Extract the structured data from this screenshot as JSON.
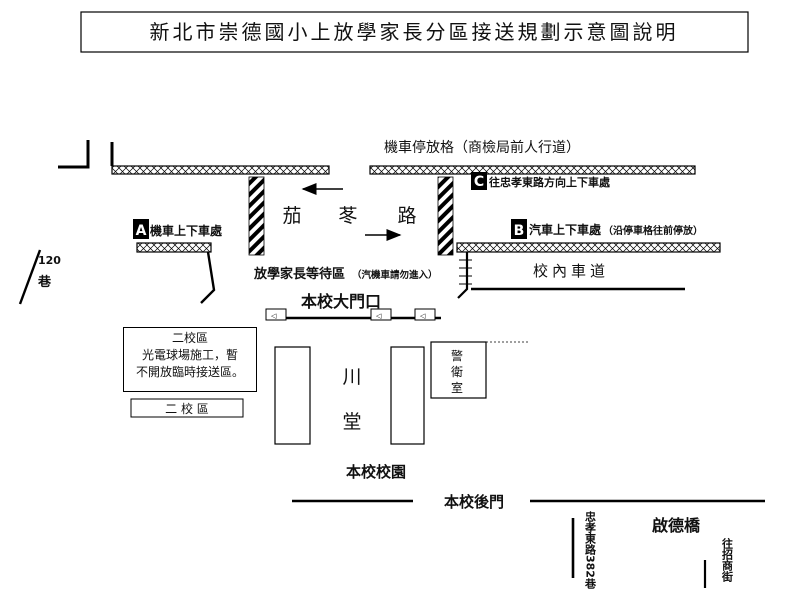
{
  "title": "新北市崇德國小上放學家長分區接送規劃示意圖說明",
  "map": {
    "moto_parking": "機車停放格（商檢局前人行道）",
    "road_name": [
      "茄",
      "苳",
      "路"
    ],
    "zone_a": {
      "letter": "A",
      "label": "機車上下車處"
    },
    "zone_b": {
      "letter": "B",
      "label": "汽車上下車處",
      "note": "（沿停車格往前停放）"
    },
    "zone_c": {
      "letter": "C",
      "label": "往忠孝東路方向上下車處"
    },
    "lane_120": [
      "120",
      "巷"
    ],
    "waiting_area": "放學家長等待區",
    "waiting_area_note": "（汽機車請勿進入）",
    "inner_road": "校內車道",
    "main_gate": "本校大門口",
    "second_campus_note": [
      "二校區",
      "光電球場施工，暫",
      "不開放臨時接送區。"
    ],
    "second_campus": "二  校  區",
    "guard_room": [
      "警",
      "衛",
      "室"
    ],
    "chuan_tang": [
      "川",
      "堂"
    ],
    "campus": "本校校園",
    "back_gate": "本校後門",
    "qide_bridge": "啟德橋",
    "lane_382": "忠孝東路382巷",
    "to_zhaoshang": "往招商街"
  }
}
